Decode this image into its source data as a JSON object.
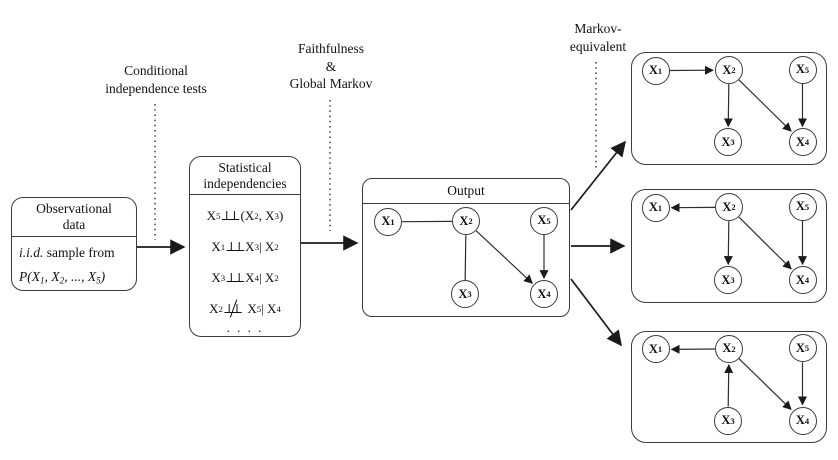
{
  "colors": {
    "ink": "#1a1a1a",
    "line": "#3c3c3c",
    "background": "#ffffff"
  },
  "labels": {
    "conditional": [
      "Conditional",
      "independence tests"
    ],
    "faithfulness": [
      "Faithfulness",
      "&",
      "Global Markov"
    ],
    "markov_equivalent": [
      "Markov-",
      "equivalent"
    ]
  },
  "obs_box": {
    "title_lines": [
      "Observational",
      "data"
    ],
    "iid": "i.i.d.",
    "sample_from": " sample from",
    "distribution": "P(X_1, X_2, ..., X_5)"
  },
  "stat_box": {
    "title_lines": [
      "Statistical",
      "independencies"
    ],
    "lines": [
      "X_5 ⊥⊥ (X_2, X_3)",
      "X_1 ⊥⊥ X_3 | X_2",
      "X_3 ⊥⊥ X_4 | X_2",
      "X_2 ⊥/⊥ X_5 | X_4"
    ],
    "ellipsis": ". . . ."
  },
  "output_box": {
    "title": "Output"
  },
  "nodes": [
    {
      "id": "X1",
      "label": "X_1"
    },
    {
      "id": "X2",
      "label": "X_2"
    },
    {
      "id": "X3",
      "label": "X_3"
    },
    {
      "id": "X4",
      "label": "X_4"
    },
    {
      "id": "X5",
      "label": "X_5"
    }
  ],
  "graphs": [
    {
      "id": "output",
      "edges": [
        {
          "from": "X1",
          "to": "X2",
          "directed": false
        },
        {
          "from": "X2",
          "to": "X3",
          "directed": false
        },
        {
          "from": "X2",
          "to": "X4",
          "directed": true
        },
        {
          "from": "X5",
          "to": "X4",
          "directed": true
        }
      ]
    },
    {
      "id": "equiv-1",
      "edges": [
        {
          "from": "X1",
          "to": "X2",
          "directed": true
        },
        {
          "from": "X2",
          "to": "X3",
          "directed": true
        },
        {
          "from": "X2",
          "to": "X4",
          "directed": true
        },
        {
          "from": "X5",
          "to": "X4",
          "directed": true
        }
      ]
    },
    {
      "id": "equiv-2",
      "edges": [
        {
          "from": "X2",
          "to": "X1",
          "directed": true
        },
        {
          "from": "X2",
          "to": "X3",
          "directed": true
        },
        {
          "from": "X2",
          "to": "X4",
          "directed": true
        },
        {
          "from": "X5",
          "to": "X4",
          "directed": true
        }
      ]
    },
    {
      "id": "equiv-3",
      "edges": [
        {
          "from": "X2",
          "to": "X1",
          "directed": true
        },
        {
          "from": "X3",
          "to": "X2",
          "directed": true
        },
        {
          "from": "X2",
          "to": "X4",
          "directed": true
        },
        {
          "from": "X5",
          "to": "X4",
          "directed": true
        }
      ]
    }
  ]
}
